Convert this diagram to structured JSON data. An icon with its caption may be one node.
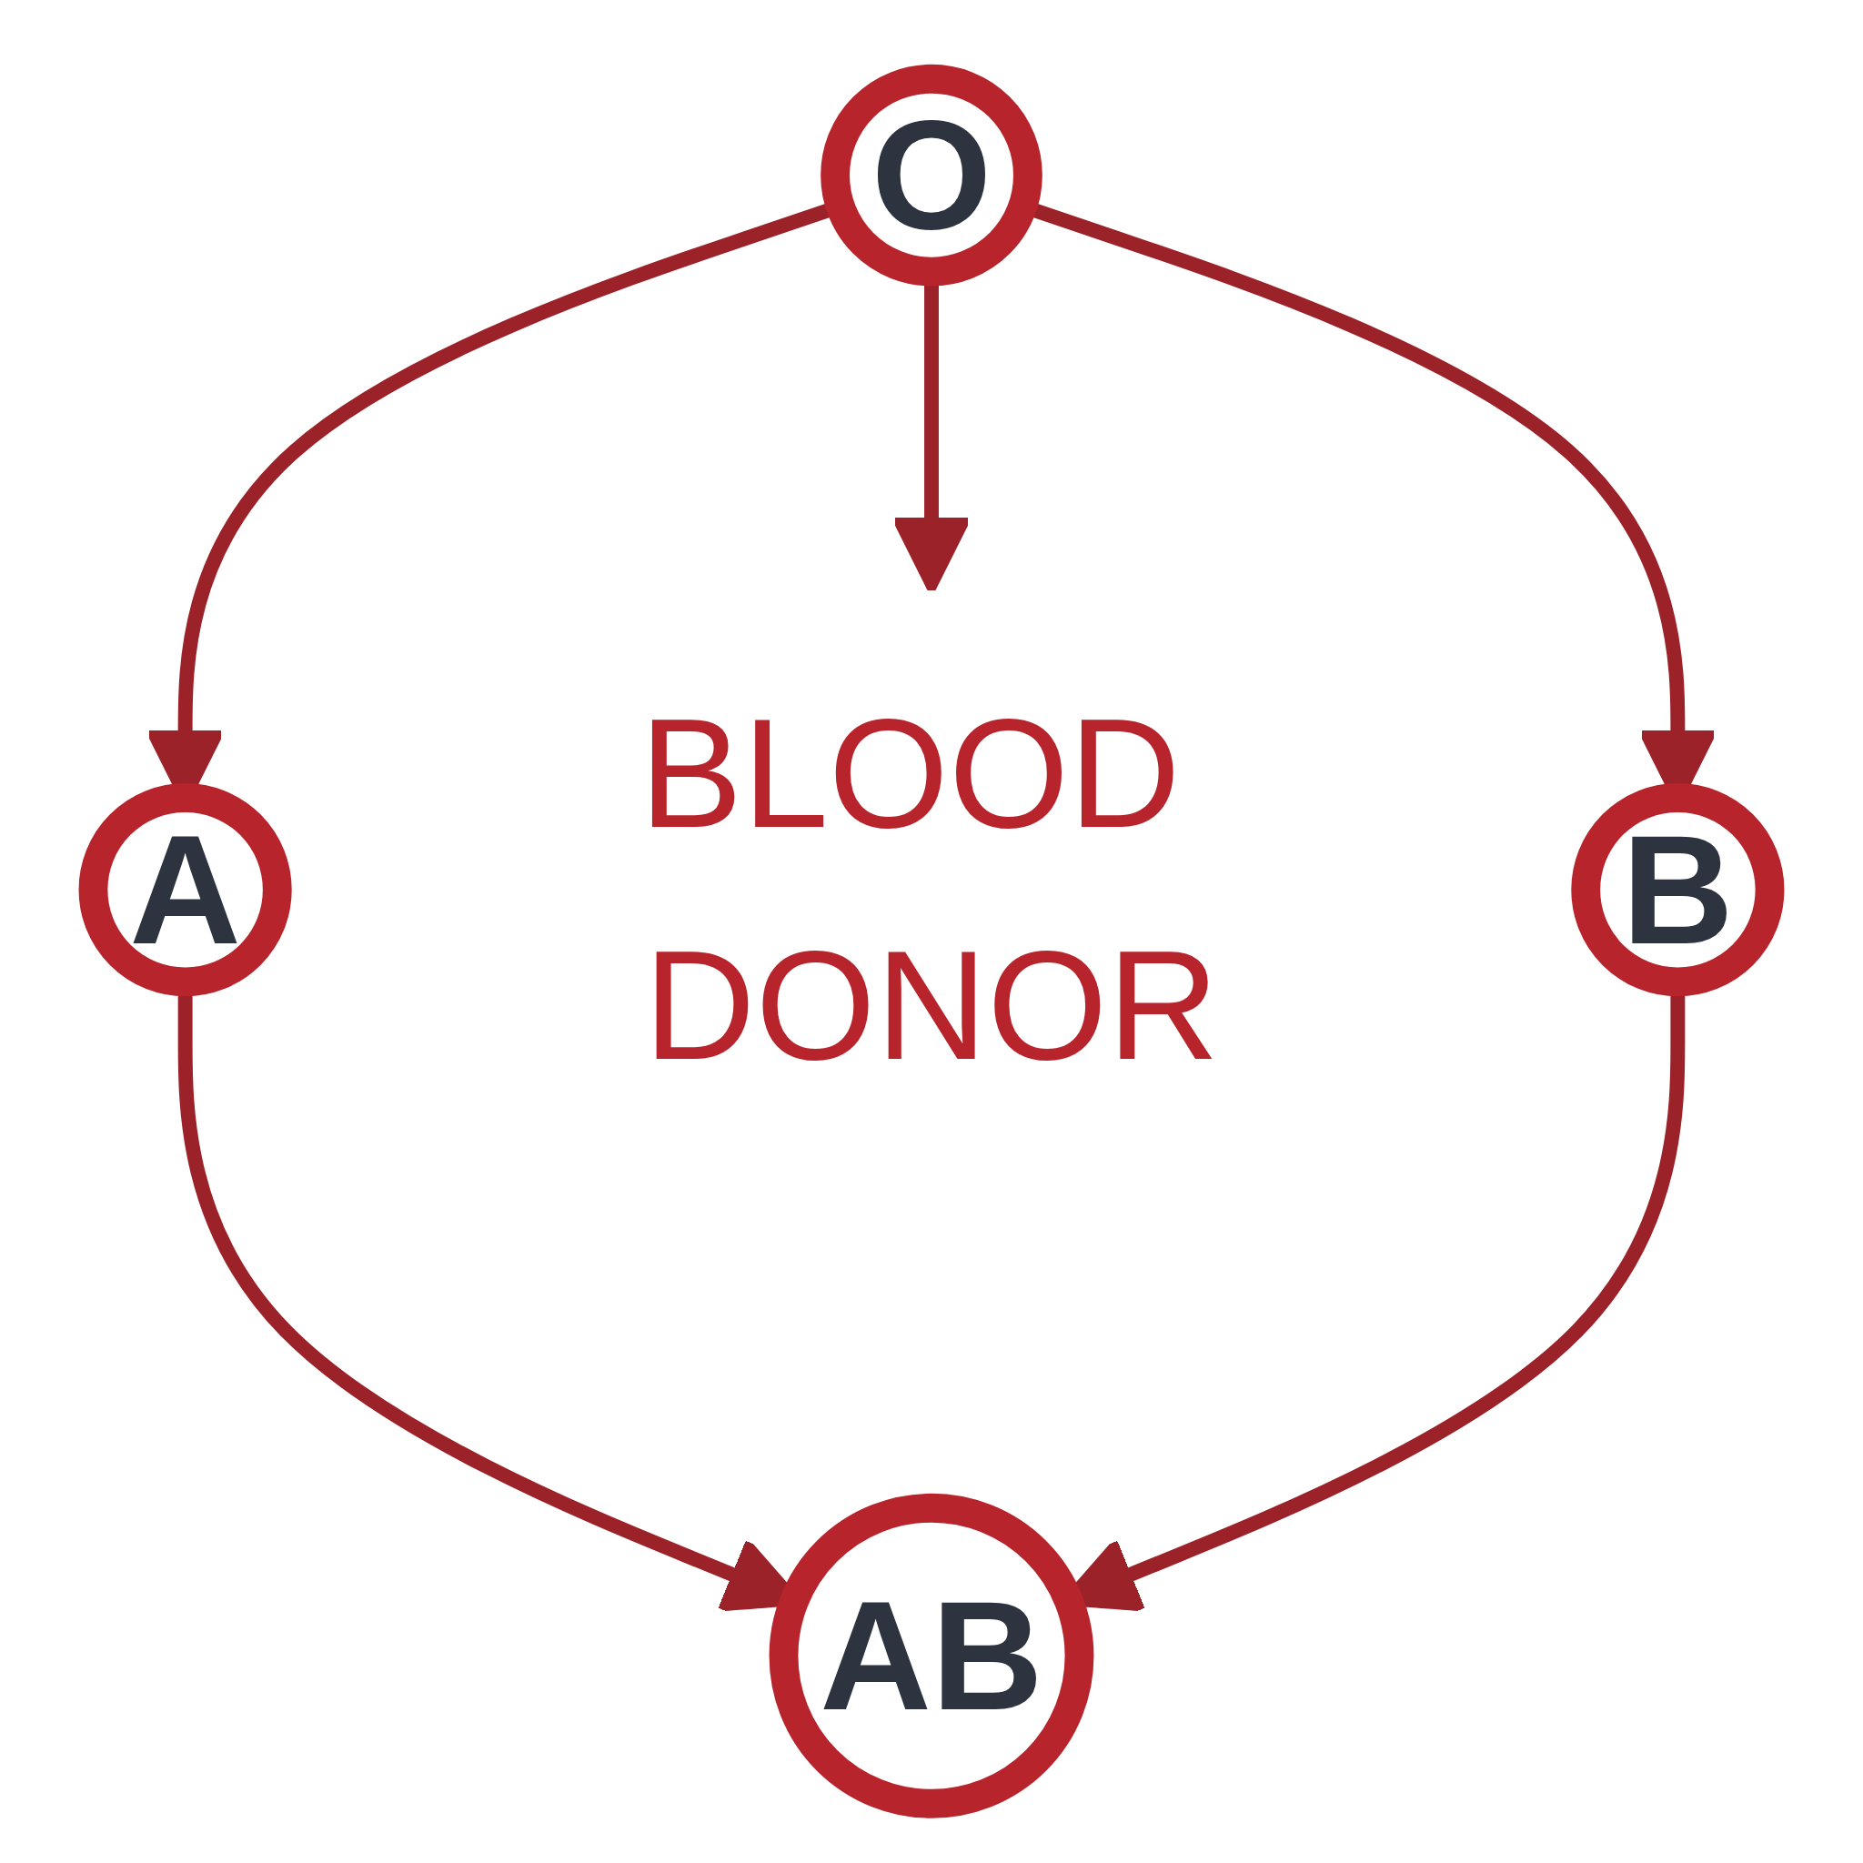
{
  "diagram": {
    "nodes": [
      {
        "text": [
          "O"
        ]
      },
      {
        "text": [
          "A"
        ]
      },
      {
        "text": [
          "BLOOD DONOR"
        ]
      },
      {
        "text": [
          "B"
        ]
      },
      {
        "text": [
          "AB"
        ]
      }
    ],
    "edges": [
      {
        "from": 0,
        "to": 1,
        "arrow": "to"
      },
      {
        "from": 0,
        "to": 2,
        "arrow": "to"
      },
      {
        "from": 0,
        "to": 3,
        "arrow": "to"
      },
      {
        "from": 1,
        "to": 4,
        "arrow": "to"
      },
      {
        "from": 3,
        "to": 4,
        "arrow": "to"
      }
    ]
  }
}
